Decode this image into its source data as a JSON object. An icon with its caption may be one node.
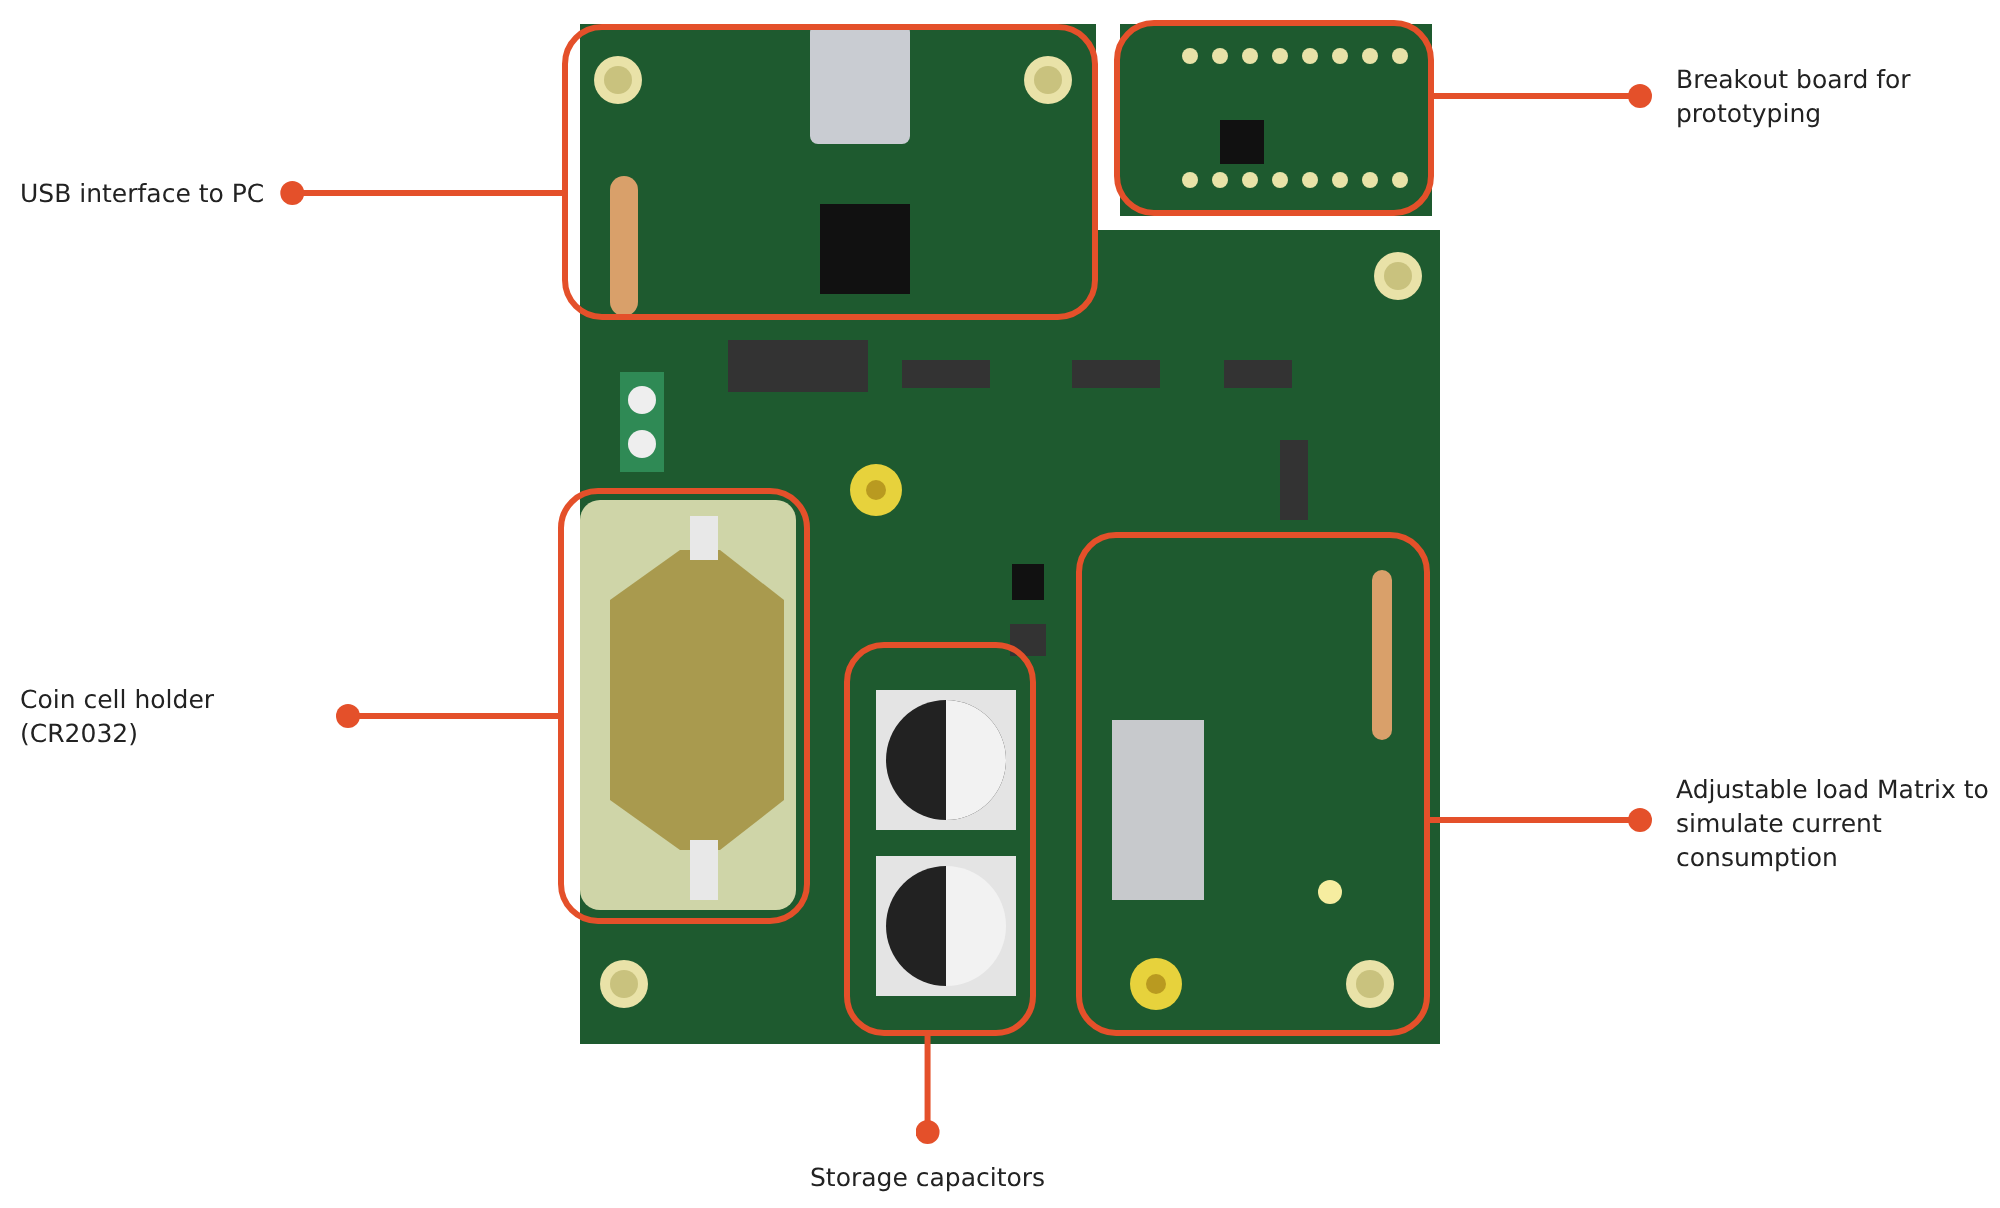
{
  "diagram": {
    "nodes": [
      {
        "text": [
          "USB interface to PC"
        ]
      },
      {
        "text": [
          "Breakout board for prototyping"
        ]
      },
      {
        "text": [
          "Coin cell holder (CR2032)"
        ]
      },
      {
        "text": [
          "Adjustable load Matrix to simulate current consumption"
        ]
      },
      {
        "text": [
          "Storage capacitors"
        ]
      },
      {
        "text": [],
        "shape": "box"
      },
      {
        "text": [],
        "shape": "box"
      },
      {
        "text": [],
        "shape": "box"
      },
      {
        "text": [],
        "shape": "box"
      },
      {
        "text": [],
        "shape": "box"
      }
    ],
    "edges": [
      {
        "from": 0,
        "to": 5,
        "arrow": "other"
      },
      {
        "from": 1,
        "to": 6,
        "arrow": "other"
      },
      {
        "from": 2,
        "to": 7,
        "arrow": "other"
      },
      {
        "from": 3,
        "to": 9,
        "arrow": "other"
      },
      {
        "from": 4,
        "to": 8,
        "arrow": "other"
      }
    ]
  }
}
